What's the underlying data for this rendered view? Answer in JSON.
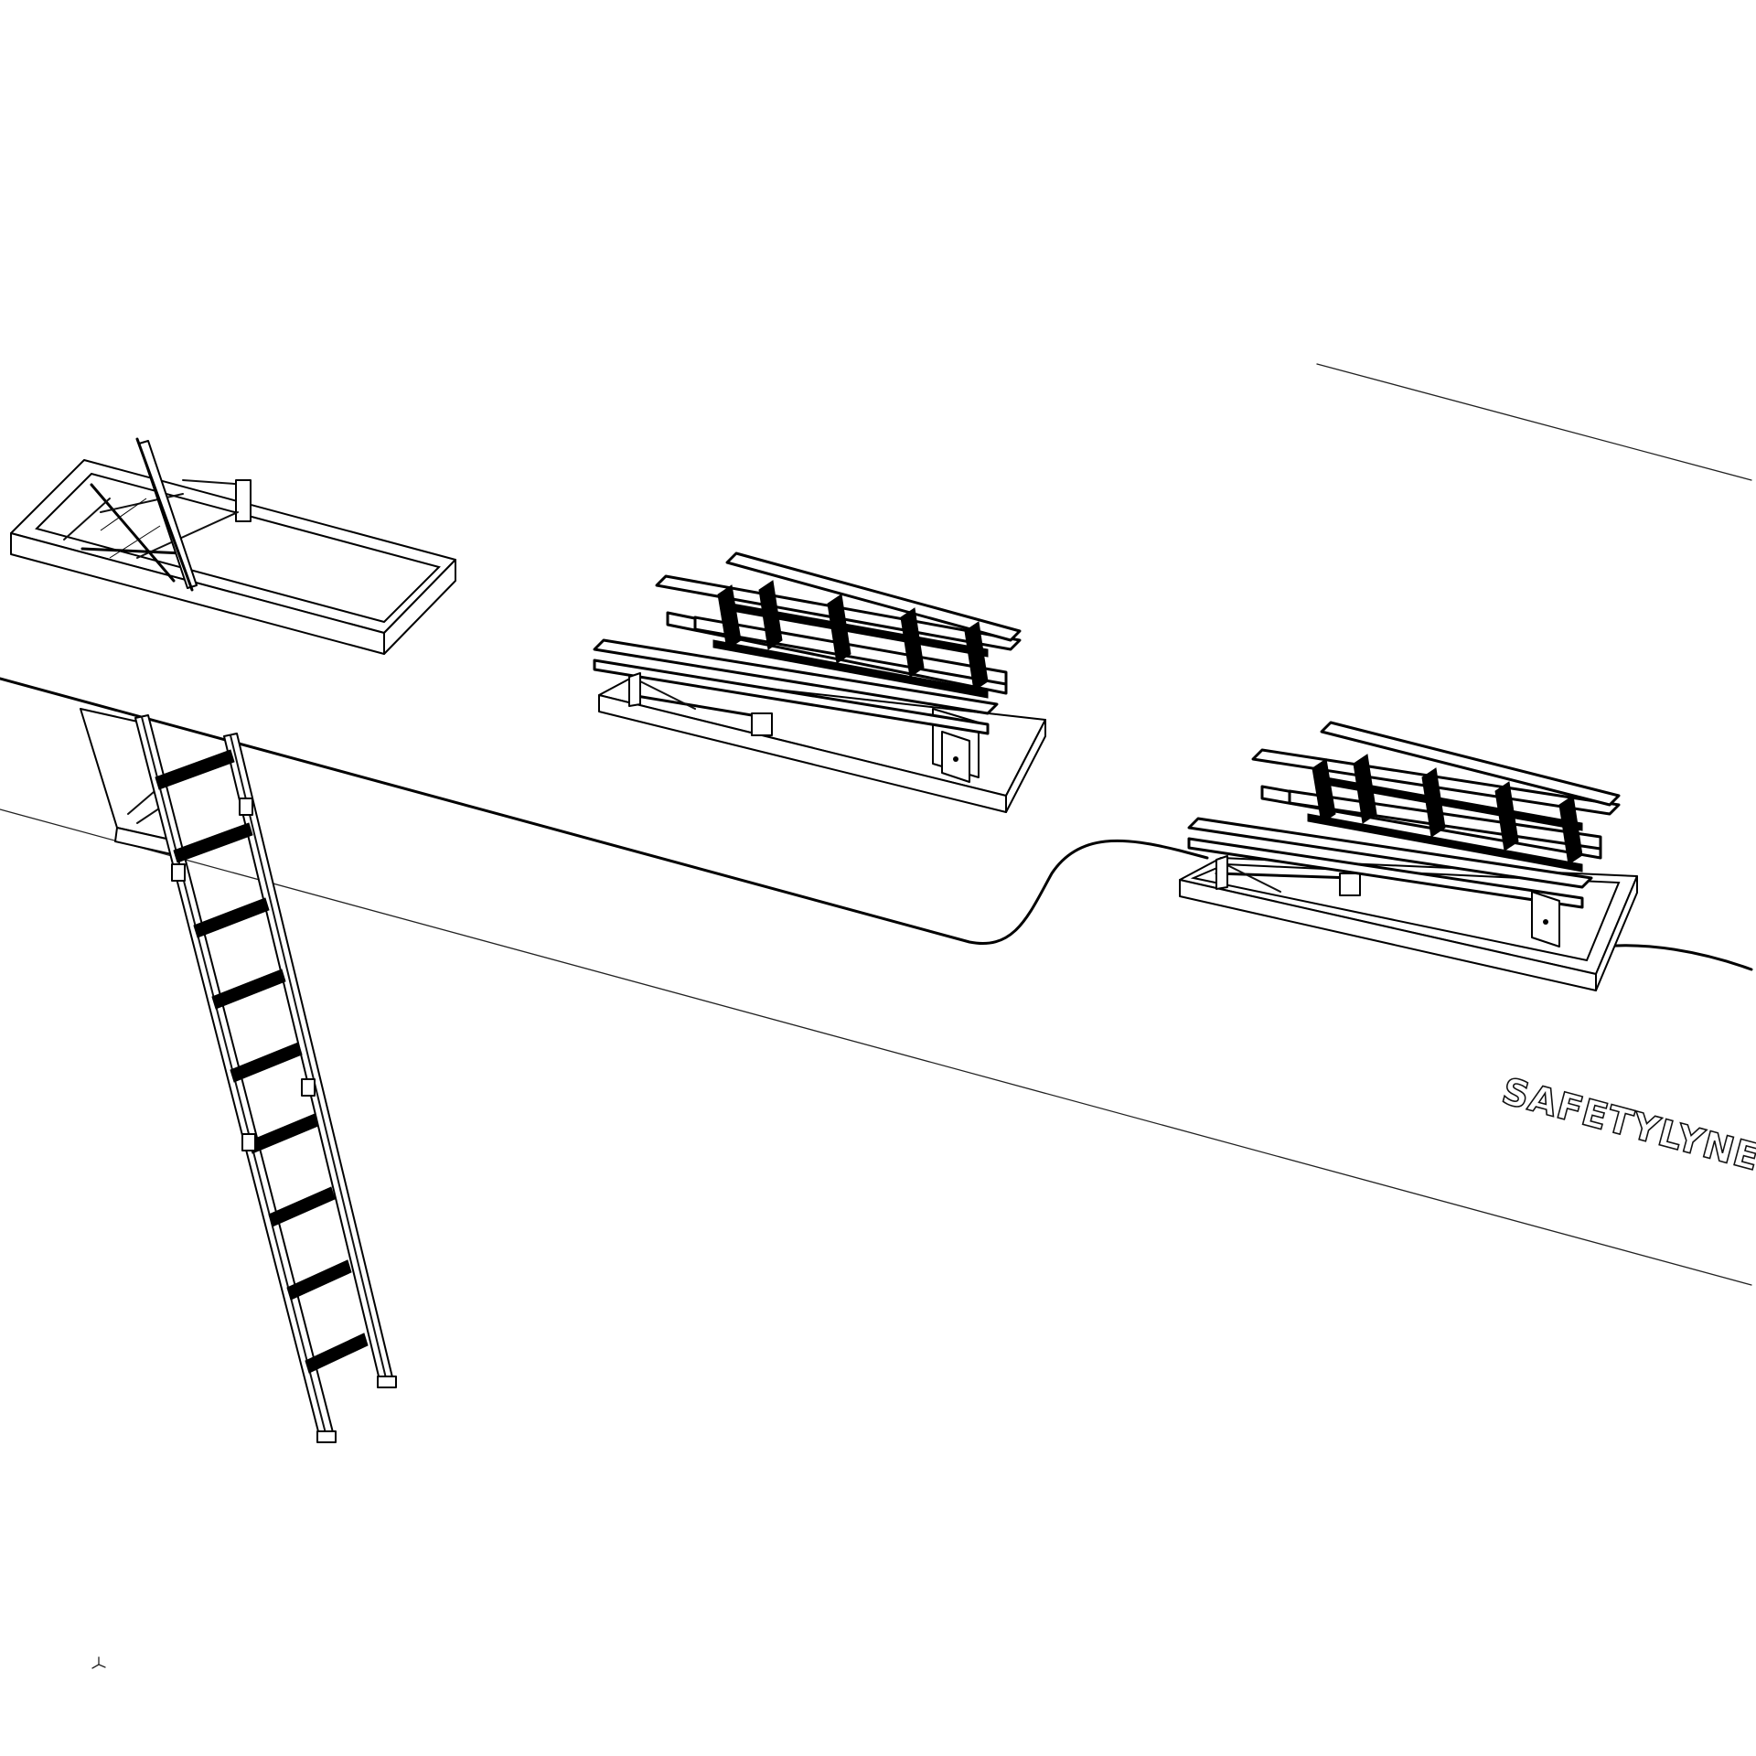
{
  "brand": {
    "name": "SAFETYLYNE"
  },
  "colors": {
    "line": "#000000",
    "background": "#ffffff"
  },
  "components": {
    "open_hatch": "open-loft-hatch-with-extended-ladder",
    "stowed_units": [
      "stowed-loft-ladder-unit",
      "stowed-loft-ladder-unit"
    ]
  }
}
